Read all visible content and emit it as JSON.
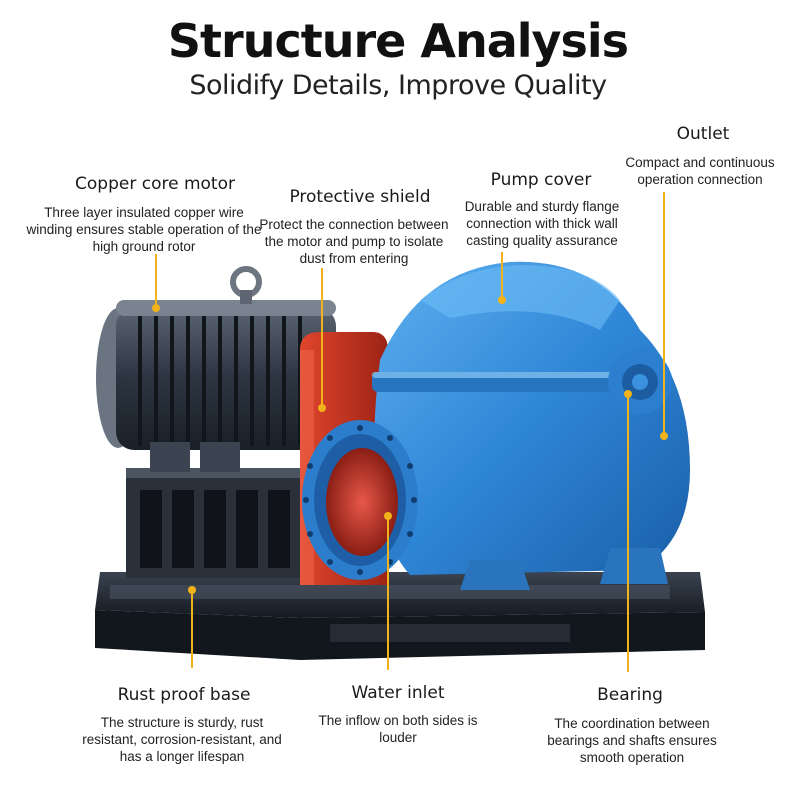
{
  "header": {
    "title": "Structure Analysis",
    "subtitle": "Solidify Details, Improve Quality"
  },
  "callouts": {
    "motor": {
      "label": "Copper core motor",
      "desc": "Three layer insulated copper wire winding ensures stable operation of the high ground rotor"
    },
    "shield": {
      "label": "Protective shield",
      "desc": "Protect the connection between the motor and pump to isolate dust from entering"
    },
    "cover": {
      "label": "Pump cover",
      "desc": "Durable and sturdy flange connection with thick wall casting quality assurance"
    },
    "outlet": {
      "label": "Outlet",
      "desc": "Compact and continuous operation connection"
    },
    "base": {
      "label": "Rust proof base",
      "desc": "The structure is sturdy, rust resistant, corrosion-resistant, and has a longer lifespan"
    },
    "inlet": {
      "label": "Water inlet",
      "desc": "The inflow on both sides is louder"
    },
    "bearing": {
      "label": "Bearing",
      "desc": "The coordination between bearings and shafts ensures smooth operation"
    }
  },
  "colors": {
    "accent": "#f2b21a",
    "pump_blue": "#2f86d6",
    "shield_red": "#c8321f",
    "motor_dark": "#2b3440",
    "base_dark": "#1f2530"
  }
}
